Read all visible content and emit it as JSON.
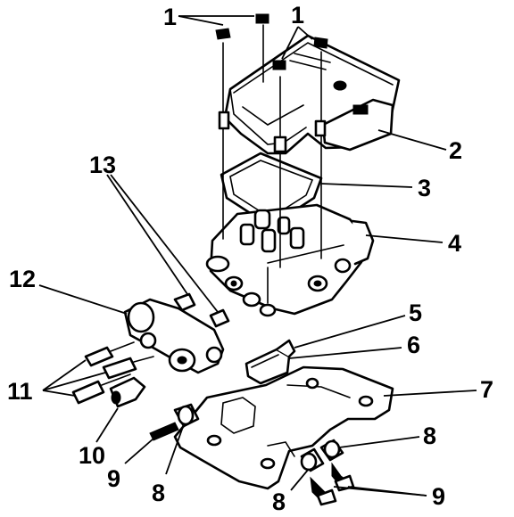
{
  "callouts": {
    "c1a": "1",
    "c1b": "1",
    "c2": "2",
    "c3": "3",
    "c4": "4",
    "c5": "5",
    "c6": "6",
    "c7": "7",
    "c8a": "8",
    "c8b": "8",
    "c8c": "8",
    "c9a": "9",
    "c9b": "9",
    "c10": "10",
    "c11": "11",
    "c12": "12",
    "c13": "13"
  },
  "colors": {
    "line": "#000000",
    "fill": "#ffffff",
    "shade": "#d8d8d8"
  }
}
